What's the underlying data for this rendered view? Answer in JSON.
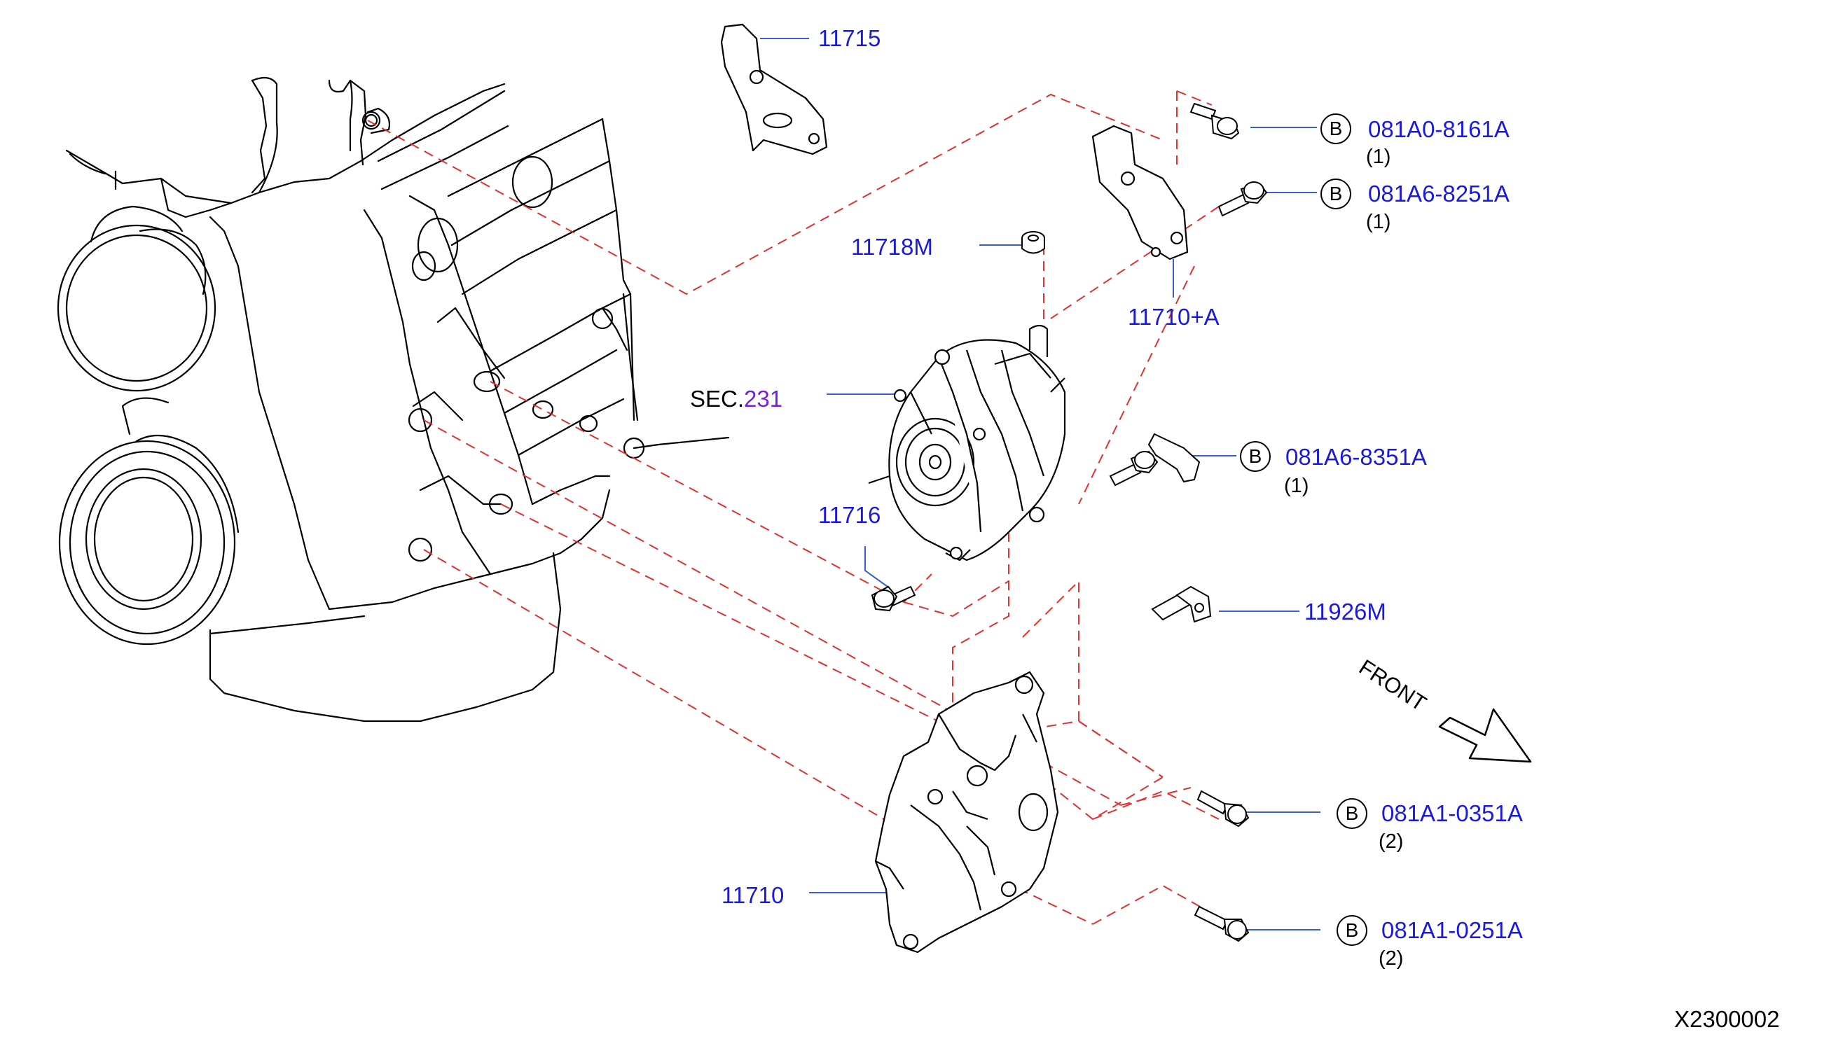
{
  "diagram": {
    "drawing_number": "X2300002",
    "front_label": "FRONT",
    "section_ref": {
      "prefix": "SEC.",
      "number": "231"
    },
    "part_labels": [
      {
        "id": "p11715",
        "text": "11715"
      },
      {
        "id": "p11718M",
        "text": "11718M"
      },
      {
        "id": "p11710A",
        "text": "11710+A"
      },
      {
        "id": "p11716",
        "text": "11716"
      },
      {
        "id": "p11926M",
        "text": "11926M"
      },
      {
        "id": "p11710",
        "text": "11710"
      }
    ],
    "bolts": [
      {
        "badge": "B",
        "part": "081A0-8161A",
        "qty": "(1)"
      },
      {
        "badge": "B",
        "part": "081A6-8251A",
        "qty": "(1)"
      },
      {
        "badge": "B",
        "part": "081A6-8351A",
        "qty": "(1)"
      },
      {
        "badge": "B",
        "part": "081A1-0351A",
        "qty": "(2)"
      },
      {
        "badge": "B",
        "part": "081A1-0251A",
        "qty": "(2)"
      }
    ],
    "colors": {
      "part_number": "#1a1adc",
      "section_number": "#7a1fd8",
      "leader_line": "#3a5fc8",
      "dash_line": "#e03030",
      "drawing": "#000000"
    }
  }
}
